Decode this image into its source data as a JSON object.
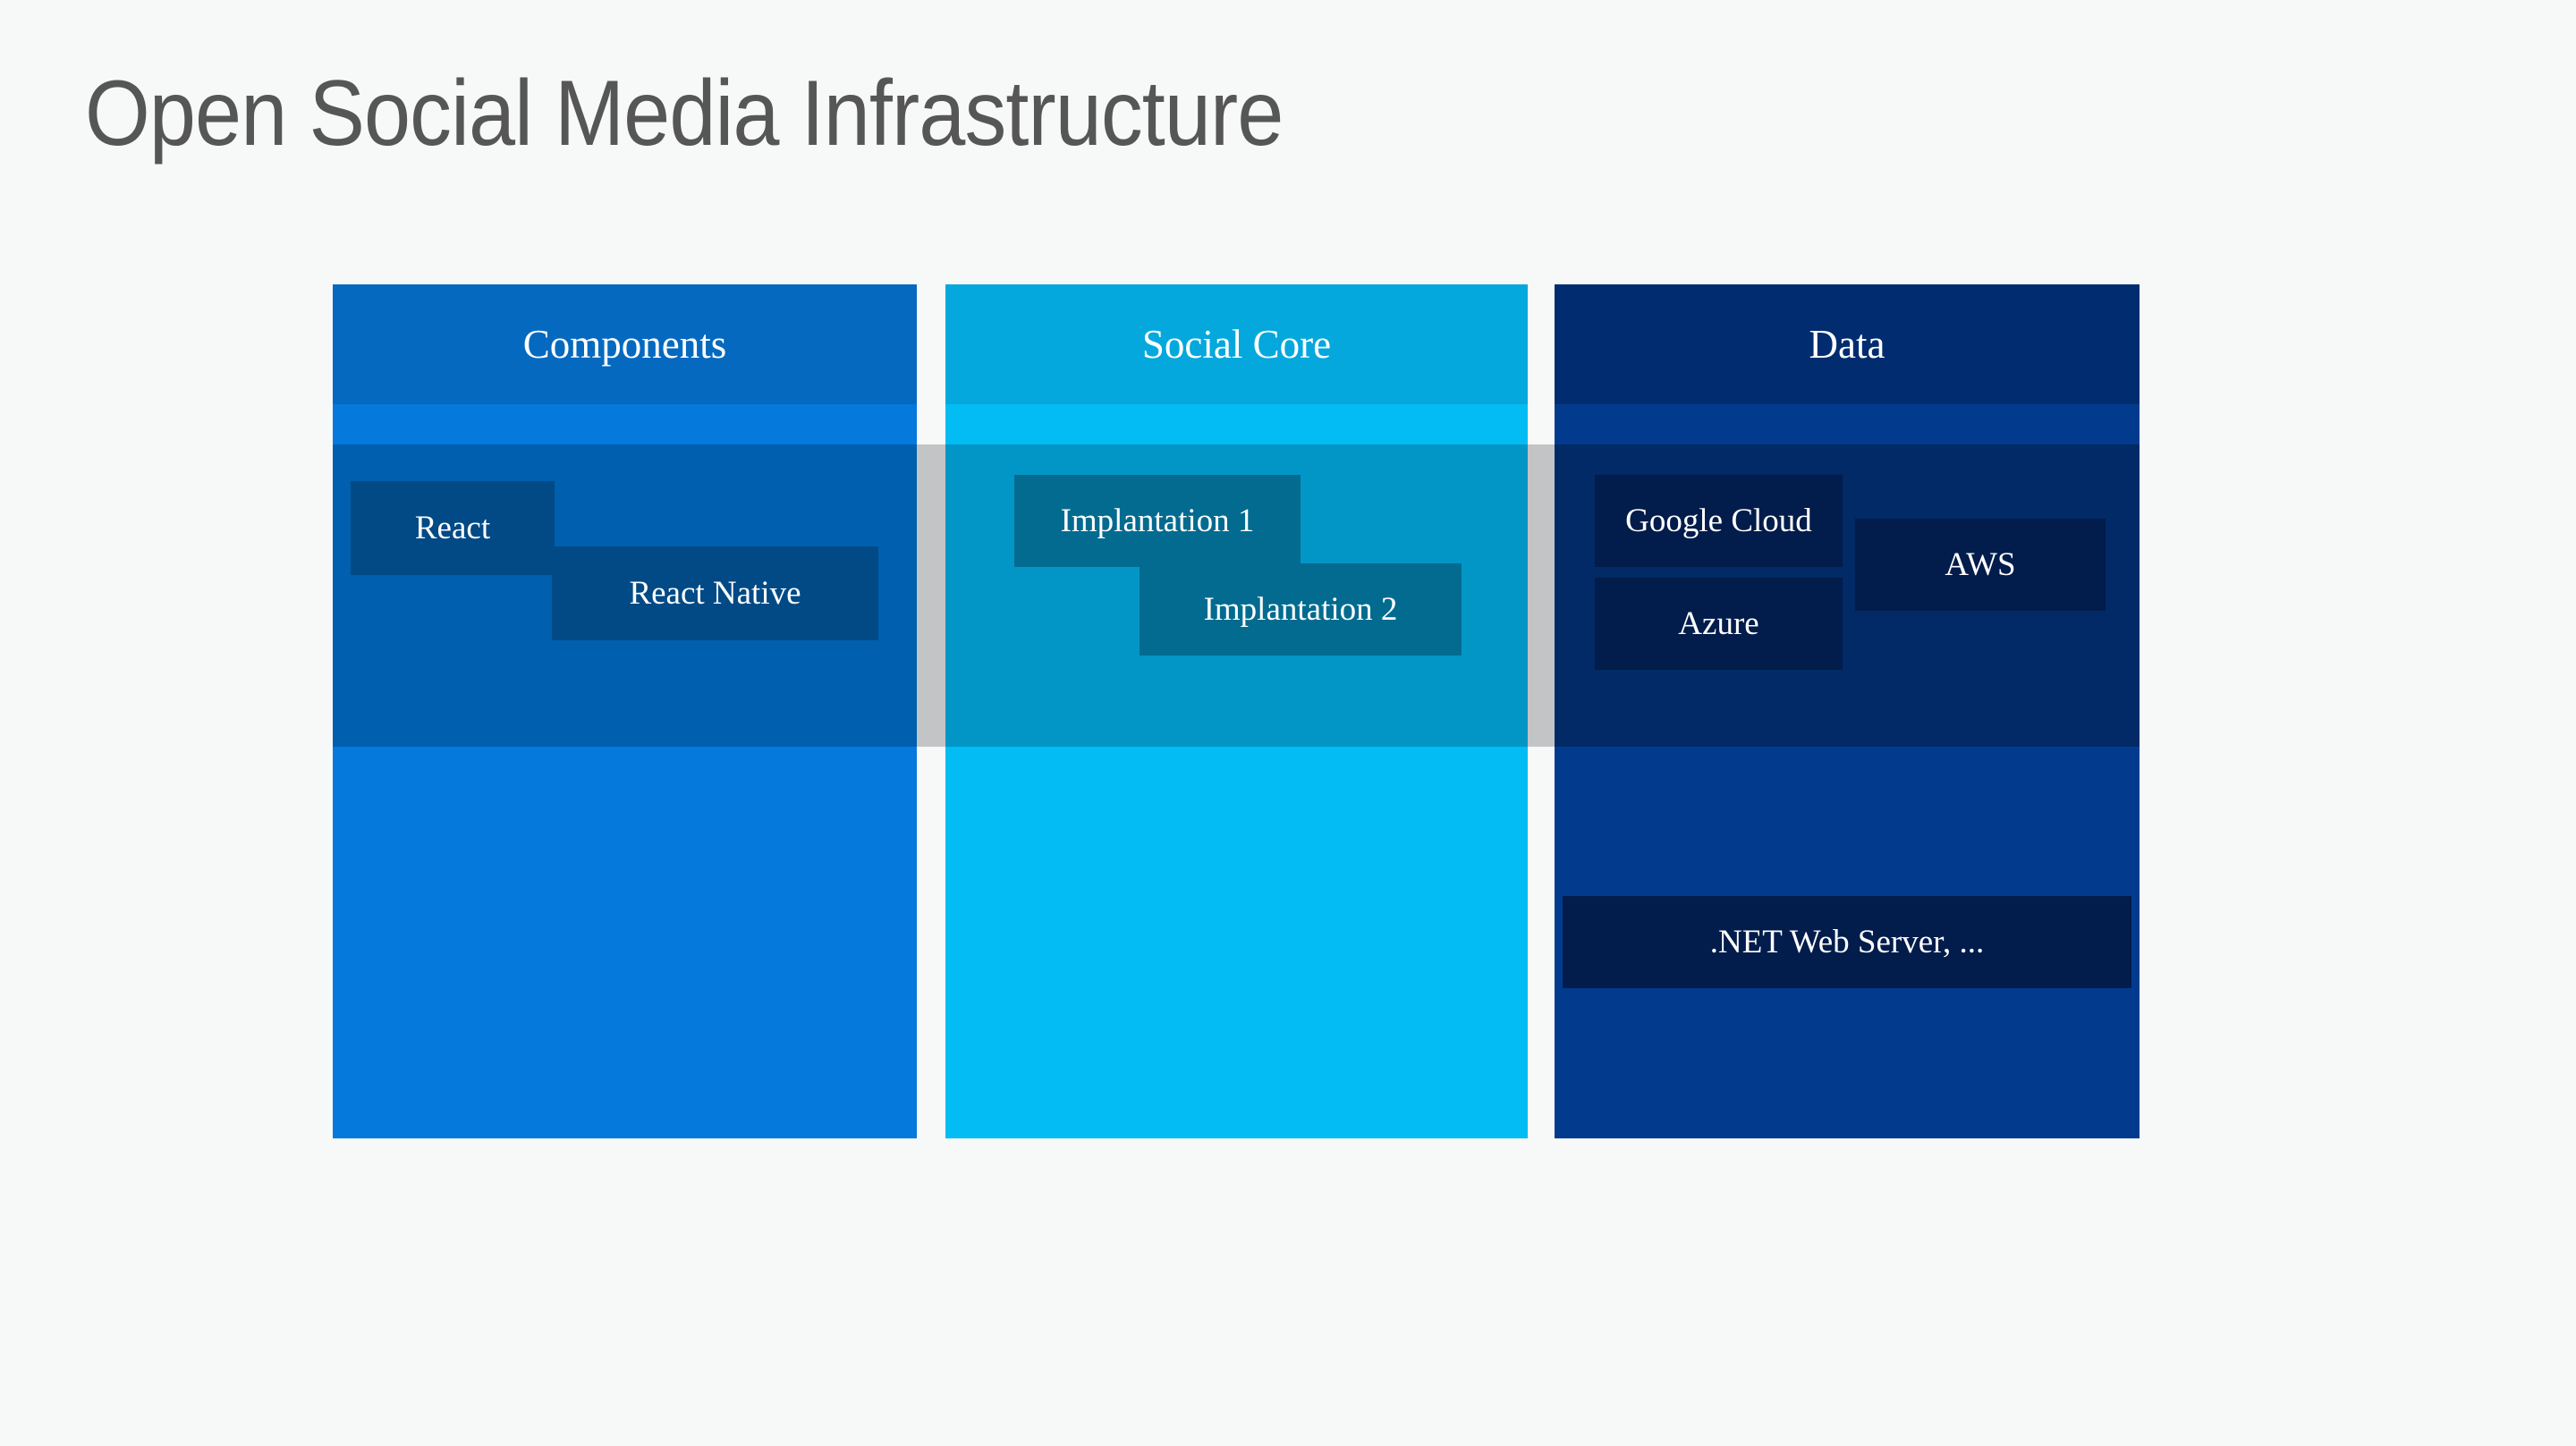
{
  "title": "Open Social Media Infrastructure",
  "theme": {
    "background": "#f7f8f8",
    "title_color": "#565656",
    "bridge_color": "#c3c4c6"
  },
  "diagram": {
    "type": "three-column-layer-stack",
    "columns": [
      {
        "key": "components",
        "title": "Components",
        "colors": {
          "header": "#0569bf",
          "accent": "#0579dc",
          "middle": "#005fae",
          "base": "#0579dc",
          "node": "#014a86"
        },
        "nodes": [
          {
            "key": "react",
            "label": "React"
          },
          {
            "key": "react-native",
            "label": "React Native"
          }
        ]
      },
      {
        "key": "social-core",
        "title": "Social Core",
        "colors": {
          "header": "#04a8dc",
          "accent": "#03bcf3",
          "middle": "#0296c6",
          "base": "#03bcf3",
          "node": "#036b90"
        },
        "nodes": [
          {
            "key": "implantation-1",
            "label": "Implantation 1"
          },
          {
            "key": "implantation-2",
            "label": "Implantation 2"
          }
        ]
      },
      {
        "key": "data",
        "title": "Data",
        "colors": {
          "header": "#012d70",
          "accent": "#023b8d",
          "middle": "#012a66",
          "base": "#023b8d",
          "node": "#021c4b"
        },
        "nodes": [
          {
            "key": "google-cloud",
            "label": "Google Cloud"
          },
          {
            "key": "azure",
            "label": "Azure"
          },
          {
            "key": "aws",
            "label": "AWS"
          },
          {
            "key": "dotnet",
            "label": ".NET Web Server, ..."
          }
        ]
      }
    ]
  }
}
